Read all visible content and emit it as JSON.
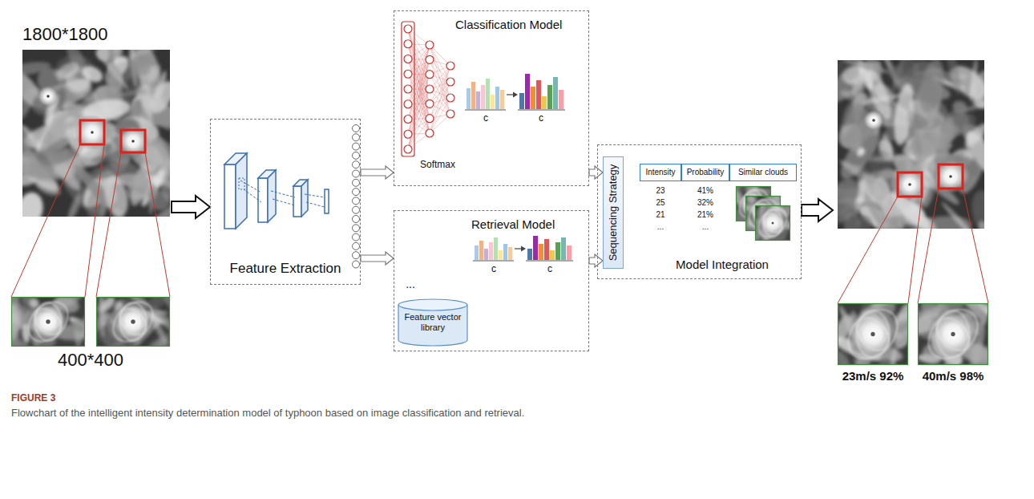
{
  "diagram": {
    "title": "FIGURE 3",
    "caption": "Flowchart of the intelligent intensity determination model of typhoon based on image classification and retrieval.",
    "nodes": [
      {
        "text": [
          "1800*1800",
          "400*400"
        ]
      },
      {
        "text": [
          "Feature Extraction"
        ]
      },
      {
        "text": [
          "Classification Model"
        ]
      },
      {
        "text": [
          "Retrieval Model"
        ]
      },
      {
        "text": [
          "Feature vector library"
        ],
        "in": 3
      },
      {
        "text": [
          "Model Integration"
        ]
      },
      {
        "text": [
          "Sequencing Strategy"
        ],
        "in": 5
      },
      {
        "text": [
          "Intensity"
        ],
        "in": 5
      },
      {
        "text": [
          "Probability"
        ],
        "in": 5
      },
      {
        "text": [
          "Similar clouds"
        ],
        "in": 5
      },
      {
        "text": [
          "23m/s 92%",
          "40m/s 98%"
        ]
      }
    ],
    "edges": [
      {
        "from": 0,
        "to": 1,
        "arrow": "to"
      },
      {
        "from": 1,
        "to": 2,
        "arrow": "to"
      },
      {
        "from": 1,
        "to": 3,
        "arrow": "to"
      },
      {
        "from": 2,
        "to": 6,
        "arrow": "to"
      },
      {
        "from": 3,
        "to": 6,
        "arrow": "to"
      },
      {
        "from": 5,
        "to": 10,
        "arrow": "to"
      }
    ],
    "labels": [
      "Softmax",
      "c",
      "c",
      "c",
      "c",
      "...",
      "23",
      "25",
      "21",
      "...",
      "41%",
      "32%",
      "21%",
      "..."
    ]
  }
}
